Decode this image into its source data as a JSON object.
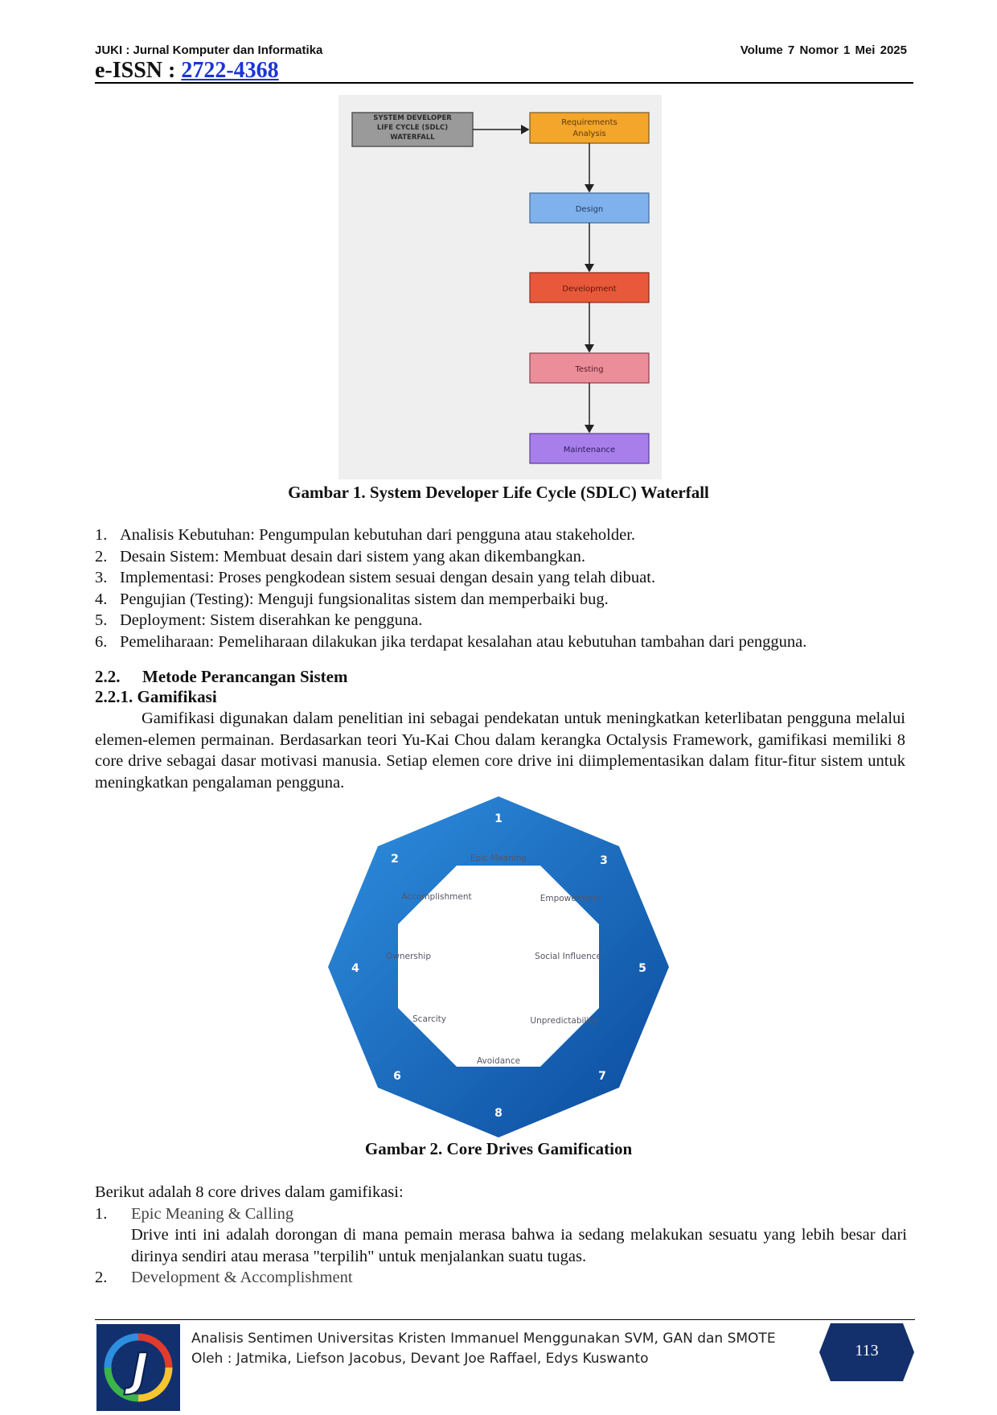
{
  "header": {
    "journal": "JUKI : Jurnal Komputer dan Informatika",
    "volume": "Volume 7  Nomor 1  Mei 2025",
    "eissn_label": "e-ISSN : ",
    "eissn_number": "2722-4368"
  },
  "figure1": {
    "title_box": [
      "SYSTEM DEVELOPER",
      "LIFE CYCLE (SDLC)",
      "WATERFALL"
    ],
    "steps": [
      {
        "label": [
          "Requirements",
          "Analysis"
        ],
        "color": "#f4a62a"
      },
      {
        "label": [
          "Design"
        ],
        "color": "#7fb1ec"
      },
      {
        "label": [
          "Development"
        ],
        "color": "#e8583a"
      },
      {
        "label": [
          "Testing"
        ],
        "color": "#ec8d9a"
      },
      {
        "label": [
          "Maintenance"
        ],
        "color": "#a87fea"
      }
    ],
    "caption": "Gambar 1.  System Developer Life Cycle (SDLC) Waterfall"
  },
  "steps_list": [
    {
      "num": "1.",
      "text": "Analisis Kebutuhan: Pengumpulan kebutuhan dari pengguna atau stakeholder."
    },
    {
      "num": "2.",
      "text": "Desain Sistem: Membuat desain dari sistem yang akan dikembangkan."
    },
    {
      "num": "3.",
      "text": "Implementasi: Proses pengkodean sistem sesuai dengan desain yang telah dibuat."
    },
    {
      "num": "4.",
      "text": "Pengujian (Testing): Menguji fungsionalitas sistem dan memperbaiki bug."
    },
    {
      "num": "5.",
      "text": "Deployment: Sistem diserahkan ke pengguna."
    },
    {
      "num": "6.",
      "text": "Pemeliharaan: Pemeliharaan dilakukan jika terdapat kesalahan atau kebutuhan tambahan dari pengguna."
    }
  ],
  "section": {
    "num": "2.2.",
    "title": "Metode Perancangan Sistem",
    "sub_num": "2.2.1.",
    "sub_title": "Gamifikasi",
    "paragraph": "Gamifikasi digunakan dalam penelitian ini sebagai pendekatan untuk meningkatkan keterlibatan pengguna melalui elemen-elemen permainan. Berdasarkan teori Yu-Kai Chou dalam kerangka Octalysis Framework, gamifikasi memiliki 8 core drive sebagai dasar motivasi manusia. Setiap elemen core drive ini diimplementasikan dalam fitur-fitur sistem untuk meningkatkan pengalaman pengguna."
  },
  "figure2": {
    "drives": [
      {
        "num": "1",
        "label": "Epic Meaning"
      },
      {
        "num": "2",
        "label": "Accomplishment"
      },
      {
        "num": "3",
        "label": "Empowerment"
      },
      {
        "num": "4",
        "label": "Ownership"
      },
      {
        "num": "5",
        "label": "Social Influence"
      },
      {
        "num": "6",
        "label": "Scarcity"
      },
      {
        "num": "7",
        "label": "Unpredictability"
      },
      {
        "num": "8",
        "label": "Avoidance"
      }
    ],
    "caption": "Gambar 2. Core Drives Gamification"
  },
  "core_drives_intro": "Berikut adalah 8 core drives dalam gamifikasi:",
  "core_drives": [
    {
      "num": "1.",
      "title": "Epic Meaning & Calling",
      "desc": "Drive inti ini adalah dorongan di mana pemain merasa bahwa ia sedang melakukan sesuatu yang lebih besar dari dirinya sendiri atau merasa \"terpilih\" untuk menjalankan suatu tugas."
    },
    {
      "num": "2.",
      "title": "Development & Accomplishment",
      "desc": ""
    }
  ],
  "footer": {
    "title": "Analisis Sentimen Universitas Kristen Immanuel Menggunakan SVM, GAN dan SMOTE",
    "authors": "Oleh : Jatmika, Liefson Jacobus, Devant Joe Raffael, Edys Kuswanto",
    "page": "113"
  }
}
